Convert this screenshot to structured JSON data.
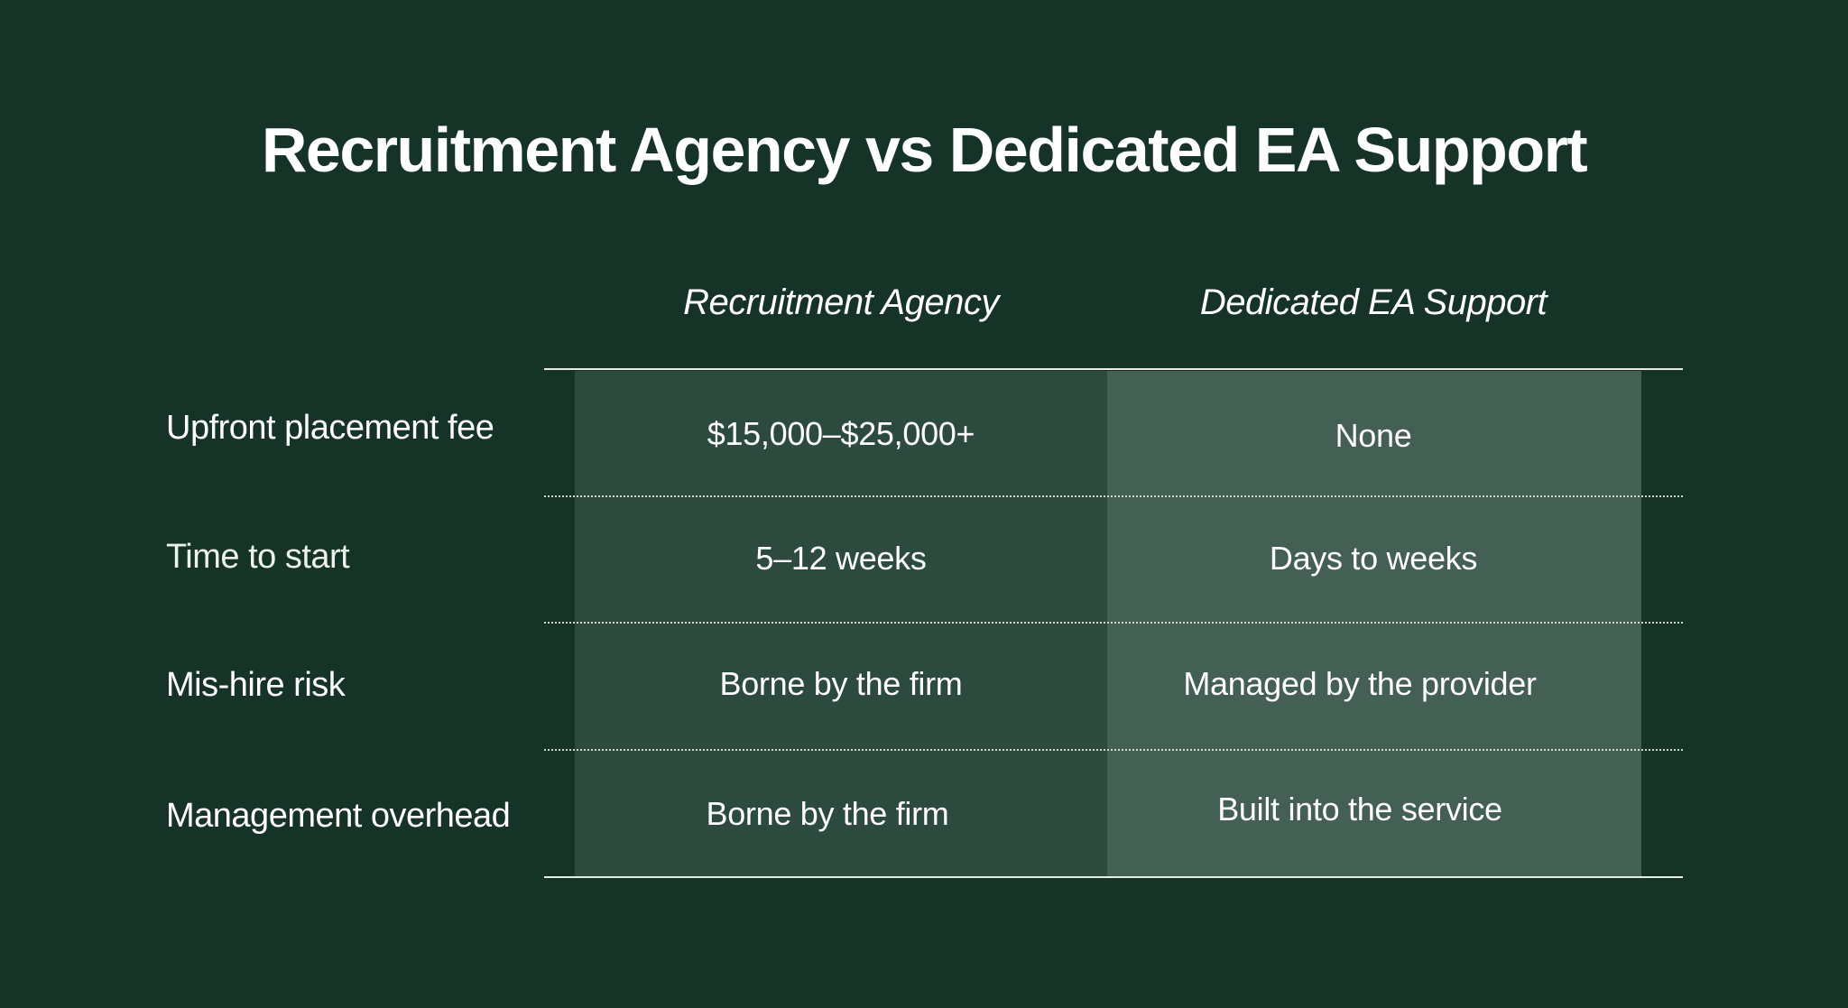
{
  "title": "Recruitment Agency vs Dedicated EA Support",
  "columns": {
    "agency": "Recruitment Agency",
    "ea": "Dedicated EA Support"
  },
  "rows": [
    {
      "label": "Upfront placement fee",
      "agency": "$15,000–$25,000+",
      "ea": "None"
    },
    {
      "label": "Time to start",
      "agency": "5–12 weeks",
      "ea": "Days to weeks"
    },
    {
      "label": "Mis-hire risk",
      "agency": "Borne by the firm",
      "ea": "Managed by the provider"
    },
    {
      "label": "Management overhead",
      "agency": "Borne by the firm",
      "ea": "Built into the service"
    }
  ],
  "colors": {
    "background": "#153326",
    "agency_column": "#2c4b3e",
    "ea_column": "#445f53",
    "text": "#ffffff"
  }
}
